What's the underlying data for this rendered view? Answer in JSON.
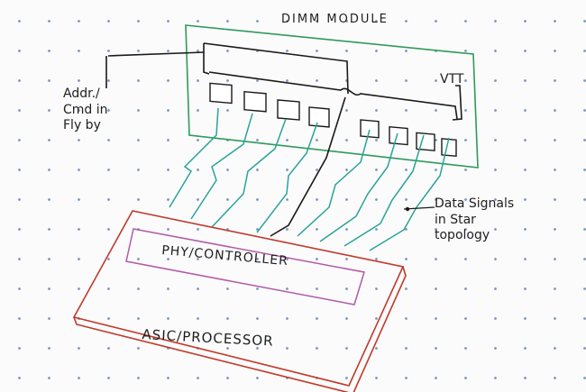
{
  "diagram": {
    "dimm_label": "DIMM MODULE",
    "vtt_label": "VTT",
    "addr_label_lines": [
      "Addr./",
      "Cmd in",
      "Fly by"
    ],
    "data_label_lines": [
      "Data Signals",
      "in Star",
      "topology"
    ],
    "phy_label": "PHY/CONTROLLER",
    "asic_label": "ASIC/PROCESSOR",
    "chip_count": 8
  },
  "colors": {
    "dimm_outline": "#2e9a5c",
    "asic_outline": "#c0392b",
    "phy_outline": "#b05aa8",
    "data_signals": "#2aa39a",
    "addr_cmd_bus": "#1a1a1a"
  }
}
